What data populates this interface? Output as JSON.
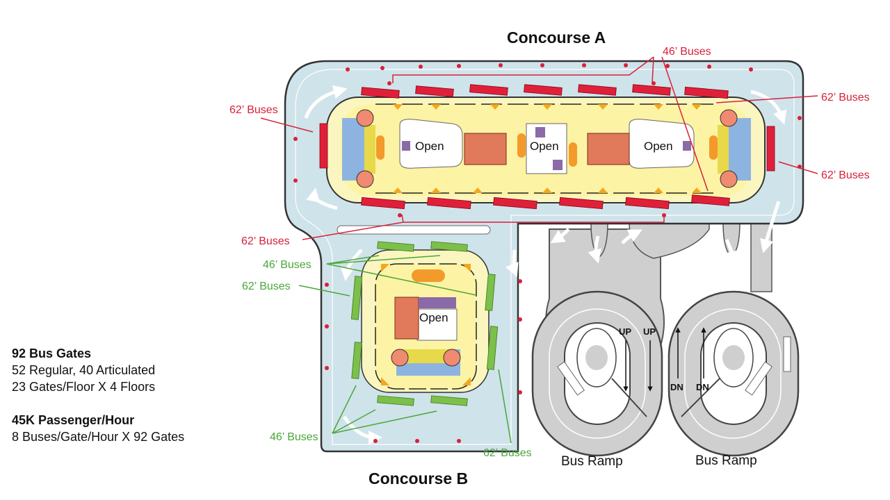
{
  "titles": {
    "concourse_a": "Concourse A",
    "concourse_b": "Concourse B"
  },
  "labels": {
    "buses_46": "46’ Buses",
    "buses_62": "62’ Buses",
    "open": "Open",
    "bus_ramp": "Bus Ramp",
    "up": "UP",
    "dn": "DN"
  },
  "stats": {
    "gates_heading": "92 Bus Gates",
    "gates_line1": "52 Regular, 40 Articulated",
    "gates_line2": "23 Gates/Floor X 4 Floors",
    "pax_heading": "45K Passenger/Hour",
    "pax_line1": "8 Buses/Gate/Hour X 92 Gates"
  },
  "colors": {
    "accent_red": "#d8203a",
    "accent_green": "#4aa63a",
    "roadway": "#cfe3ea",
    "ramp": "#cfcfcf",
    "concourse": "#fbf6c0"
  }
}
